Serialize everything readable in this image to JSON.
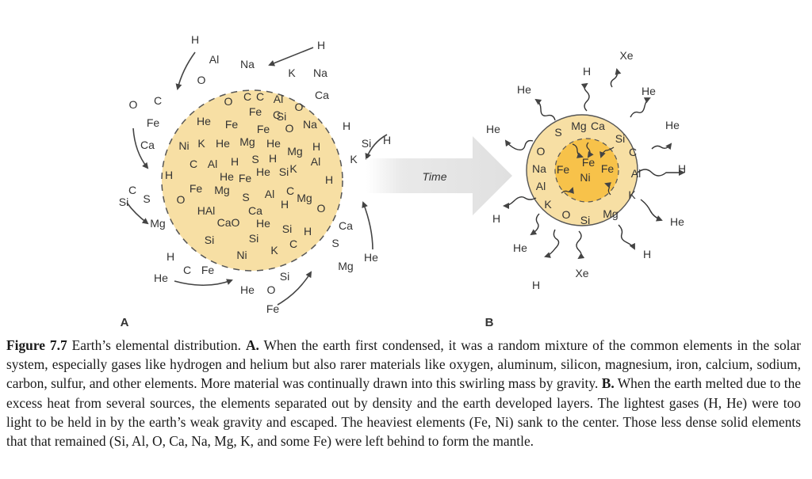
{
  "panel_a": {
    "label": "A",
    "outside": [
      "H",
      "Al",
      "Na",
      "H",
      "K",
      "Na",
      "O",
      "O",
      "C",
      "Fe",
      "Ca",
      "C",
      "Si",
      "S",
      "Mg",
      "H",
      "He",
      "C",
      "Fe",
      "He",
      "O",
      "Fe",
      "Si",
      "Mg",
      "He",
      "S",
      "Ca",
      "H",
      "K",
      "Si",
      "H",
      "Ca"
    ],
    "inside": [
      "O",
      "C",
      "C",
      "Al",
      "O",
      "C",
      "Fe",
      "Si",
      "He",
      "Fe",
      "Fe",
      "O",
      "Na",
      "Ni",
      "K",
      "He",
      "Mg",
      "He",
      "Mg",
      "H",
      "C",
      "Al",
      "H",
      "S",
      "H",
      "Al",
      "He",
      "Fe",
      "He",
      "Si",
      "K",
      "H",
      "H",
      "Fe",
      "Mg",
      "S",
      "Al",
      "C",
      "O",
      "HAl",
      "Ca",
      "H",
      "Mg",
      "O",
      "CaO",
      "He",
      "Si",
      "H",
      "Si",
      "Si",
      "Ni",
      "K",
      "C"
    ]
  },
  "time_label": "Time",
  "panel_b": {
    "label": "B",
    "escaping": [
      "He",
      "H",
      "Xe",
      "He",
      "He",
      "He",
      "H",
      "He",
      "H",
      "Xe",
      "He",
      "H",
      "H"
    ],
    "mantle": [
      "Mg",
      "Ca",
      "S",
      "Si",
      "O",
      "C",
      "Na",
      "Al",
      "Al",
      "K",
      "K",
      "O",
      "Si",
      "Mg"
    ],
    "core": [
      "Fe",
      "Fe",
      "Fe",
      "Ni"
    ]
  },
  "caption": {
    "fig_number": "Figure 7.7",
    "text_1": " Earth’s elemental distribution. ",
    "label_a": "A.",
    "text_2": " When the earth first condensed, it was a random mixture of the common elements in the solar system, especially gases like hydrogen and helium but also rarer materials like oxygen, aluminum, silicon, magnesium, iron, calcium, sodium, carbon, sulfur, and other elements. More material was continually drawn into this swirling mass by gravity. ",
    "label_b": "B.",
    "text_3": " When the earth melted due to the excess heat from several sources, the elements separated out by density and the earth developed layers. The lightest gases (H, He) were too light to be held in by the earth’s weak gravity and escaped. The heaviest elements (Fe, Ni) sank to the center. Those less dense solid elements that that remained (Si, Al, O, Ca, Na, Mg, K, and some Fe) were left behind to form the mantle."
  },
  "colors": {
    "body_fill": "#f7dfa4",
    "core_fill": "#f7c24a",
    "arrow": "#444444",
    "time_arrow": "#e4e4e4"
  }
}
